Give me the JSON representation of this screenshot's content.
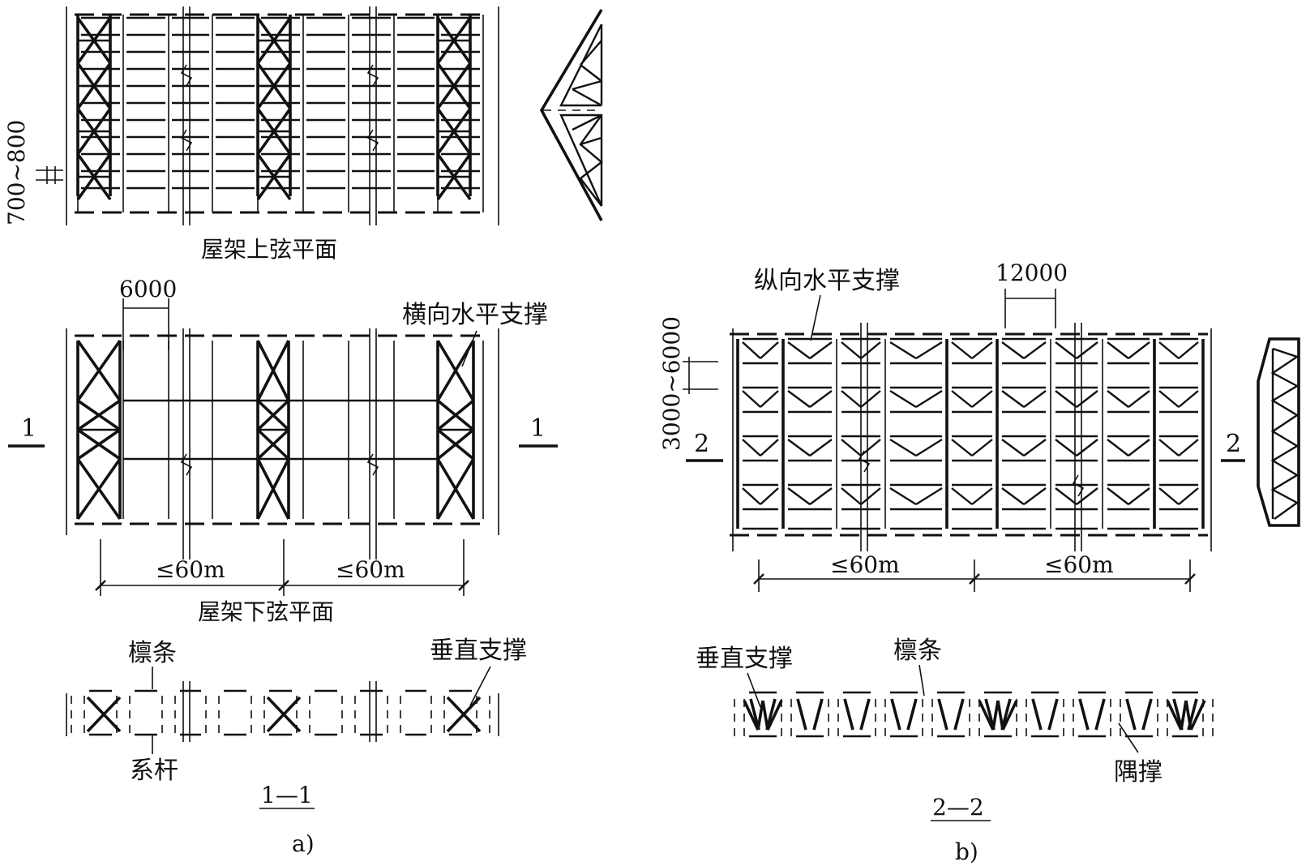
{
  "figure_a": {
    "top_plan": {
      "caption": "屋架上弦平面",
      "dim_purlin_spacing": "700~800"
    },
    "bottom_plan": {
      "caption": "屋架下弦平面",
      "dim_bay": "6000",
      "label_transverse_bracing": "横向水平支撑",
      "section_mark_left": "1",
      "section_mark_right": "1",
      "dim_span_1": "≤60m",
      "dim_span_2": "≤60m"
    },
    "section": {
      "label_purlin": "檩条",
      "label_vertical_bracing": "垂直支撑",
      "label_tie": "系杆",
      "title": "1—1"
    },
    "caption": "a)"
  },
  "figure_b": {
    "plan": {
      "label_longitudinal_bracing": "纵向水平支撑",
      "dim_bay": "12000",
      "dim_spacing": "3000~6000",
      "section_mark_left": "2",
      "section_mark_right": "2",
      "dim_span_1": "≤60m",
      "dim_span_2": "≤60m"
    },
    "section": {
      "label_vertical_bracing": "垂直支撑",
      "label_purlin": "檩条",
      "label_fly_brace": "隅撑",
      "title": "2—2"
    },
    "caption": "b)"
  }
}
